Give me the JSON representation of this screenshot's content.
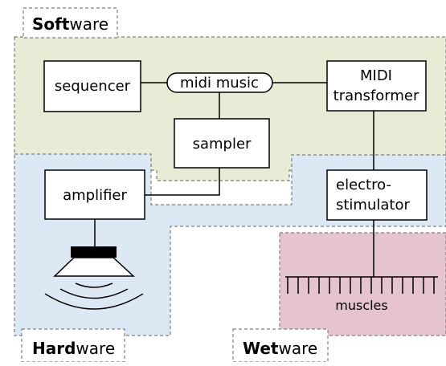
{
  "regions": {
    "software": {
      "bold": "Soft",
      "rest": "ware",
      "fill": "#e6ecd5"
    },
    "hardware": {
      "bold": "Hard",
      "rest": "ware",
      "fill": "#dce8f4"
    },
    "wetware": {
      "bold": "Wet",
      "rest": "ware",
      "fill": "#e6c3d1"
    }
  },
  "nodes": {
    "sequencer": "sequencer",
    "midi_music": "midi music",
    "midi_transformer": [
      "MIDI",
      "transformer"
    ],
    "sampler": "sampler",
    "amplifier": "amplifier",
    "electrostimulator": [
      "electro-",
      "stimulator"
    ],
    "muscles": "muscles"
  },
  "icons": [
    "speaker-icon",
    "electrode-comb-icon"
  ]
}
